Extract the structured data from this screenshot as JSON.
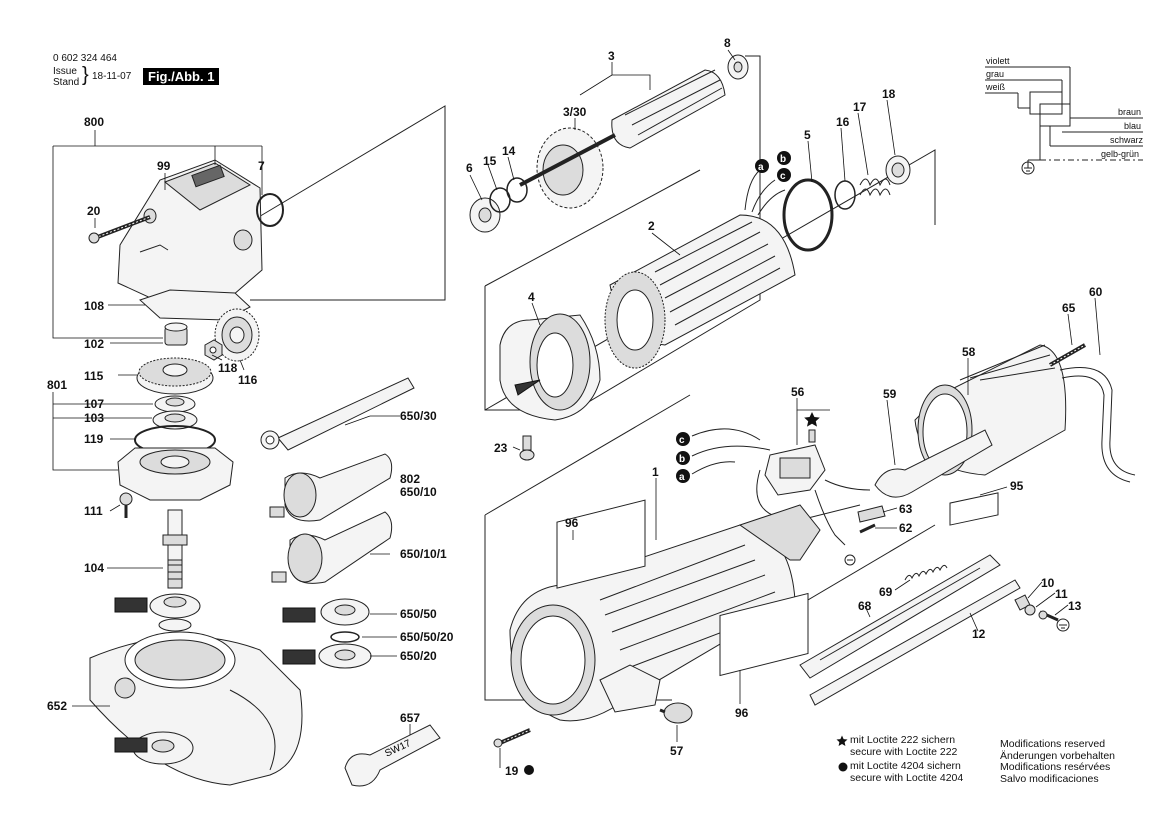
{
  "header": {
    "part_number": "0 602 324 464",
    "issue_label": "Issue",
    "stand_label": "Stand",
    "date": "18-11-07",
    "figure": "Fig./Abb. 1"
  },
  "wiring": {
    "labels": [
      "violett",
      "grau",
      "weiß",
      "braun",
      "blau",
      "schwarz",
      "gelb-grün"
    ]
  },
  "callouts": [
    {
      "id": "c800",
      "text": "800"
    },
    {
      "id": "c99",
      "text": "99"
    },
    {
      "id": "c7",
      "text": "7"
    },
    {
      "id": "c20",
      "text": "20"
    },
    {
      "id": "c108",
      "text": "108"
    },
    {
      "id": "c102",
      "text": "102"
    },
    {
      "id": "c801",
      "text": "801"
    },
    {
      "id": "c115",
      "text": "115"
    },
    {
      "id": "c107",
      "text": "107"
    },
    {
      "id": "c103",
      "text": "103"
    },
    {
      "id": "c119",
      "text": "119"
    },
    {
      "id": "c111",
      "text": "111"
    },
    {
      "id": "c104",
      "text": "104"
    },
    {
      "id": "c652",
      "text": "652"
    },
    {
      "id": "c118",
      "text": "118"
    },
    {
      "id": "c116",
      "text": "116"
    },
    {
      "id": "c650_30",
      "text": "650/30"
    },
    {
      "id": "c802",
      "text": "802"
    },
    {
      "id": "c650_10",
      "text": "650/10"
    },
    {
      "id": "c650_10_1",
      "text": "650/10/1"
    },
    {
      "id": "c650_50",
      "text": "650/50"
    },
    {
      "id": "c650_50_20",
      "text": "650/50/20"
    },
    {
      "id": "c650_20",
      "text": "650/20"
    },
    {
      "id": "c657",
      "text": "657"
    },
    {
      "id": "c3",
      "text": "3"
    },
    {
      "id": "c3_30",
      "text": "3/30"
    },
    {
      "id": "c8",
      "text": "8"
    },
    {
      "id": "c6",
      "text": "6"
    },
    {
      "id": "c15",
      "text": "15"
    },
    {
      "id": "c14",
      "text": "14"
    },
    {
      "id": "c2",
      "text": "2"
    },
    {
      "id": "c5",
      "text": "5"
    },
    {
      "id": "c16",
      "text": "16"
    },
    {
      "id": "c17",
      "text": "17"
    },
    {
      "id": "c18",
      "text": "18"
    },
    {
      "id": "c4",
      "text": "4"
    },
    {
      "id": "c23",
      "text": "23"
    },
    {
      "id": "c1",
      "text": "1"
    },
    {
      "id": "c96a",
      "text": "96"
    },
    {
      "id": "c96b",
      "text": "96"
    },
    {
      "id": "c19",
      "text": "19"
    },
    {
      "id": "c57",
      "text": "57"
    },
    {
      "id": "c56",
      "text": "56"
    },
    {
      "id": "c59",
      "text": "59"
    },
    {
      "id": "c58",
      "text": "58"
    },
    {
      "id": "c65",
      "text": "65"
    },
    {
      "id": "c60",
      "text": "60"
    },
    {
      "id": "c95",
      "text": "95"
    },
    {
      "id": "c63",
      "text": "63"
    },
    {
      "id": "c62",
      "text": "62"
    },
    {
      "id": "c69",
      "text": "69"
    },
    {
      "id": "c68",
      "text": "68"
    },
    {
      "id": "c12",
      "text": "12"
    },
    {
      "id": "c10",
      "text": "10"
    },
    {
      "id": "c11",
      "text": "11"
    },
    {
      "id": "c13",
      "text": "13"
    }
  ],
  "wire_markers": {
    "a": "a",
    "b": "b",
    "c": "c"
  },
  "tool_label": "SW17",
  "notes": {
    "loctite222_de": "mit Loctite 222 sichern",
    "loctite222_en": "secure with Loctite 222",
    "loctite4204_de": "mit Loctite 4204 sichern",
    "loctite4204_en": "secure with Loctite 4204",
    "mod_en": "Modifications reserved",
    "mod_de": "Änderungen vorbehalten",
    "mod_fr": "Modifications resérvées",
    "mod_es": "Salvo modificaciones"
  }
}
